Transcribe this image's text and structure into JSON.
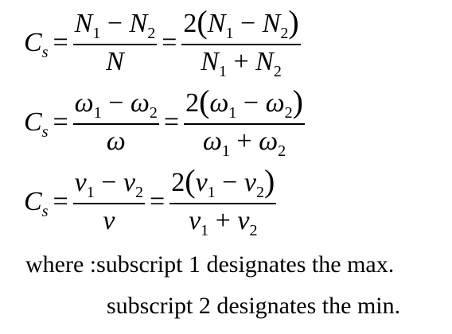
{
  "equations": [
    {
      "lhs_var": "C",
      "lhs_sub": "s",
      "num1_a": "N",
      "num1_a_sub": "1",
      "num1_b": "N",
      "num1_b_sub": "2",
      "den1": "N",
      "num2_coef": "2",
      "num2_a": "N",
      "num2_a_sub": "1",
      "num2_b": "N",
      "num2_b_sub": "2",
      "den2_a": "N",
      "den2_a_sub": "1",
      "den2_b": "N",
      "den2_b_sub": "2"
    },
    {
      "lhs_var": "C",
      "lhs_sub": "s",
      "num1_a": "ω",
      "num1_a_sub": "1",
      "num1_b": "ω",
      "num1_b_sub": "2",
      "den1": "ω",
      "num2_coef": "2",
      "num2_a": "ω",
      "num2_a_sub": "1",
      "num2_b": "ω",
      "num2_b_sub": "2",
      "den2_a": "ω",
      "den2_a_sub": "1",
      "den2_b": "ω",
      "den2_b_sub": "2"
    },
    {
      "lhs_var": "C",
      "lhs_sub": "s",
      "num1_a": "v",
      "num1_a_sub": "1",
      "num1_b": "v",
      "num1_b_sub": "2",
      "den1": "v",
      "num2_coef": "2",
      "num2_a": "v",
      "num2_a_sub": "1",
      "num2_b": "v",
      "num2_b_sub": "2",
      "den2_a": "v",
      "den2_a_sub": "1",
      "den2_b": "v",
      "den2_b_sub": "2"
    }
  ],
  "symbols": {
    "equals": "=",
    "minus": "−",
    "plus": "+",
    "lparen": "(",
    "rparen": ")"
  },
  "note": {
    "where": "where :",
    "line1": "subscript 1 designates the max.",
    "line2": "subscript 2 designates the min."
  }
}
